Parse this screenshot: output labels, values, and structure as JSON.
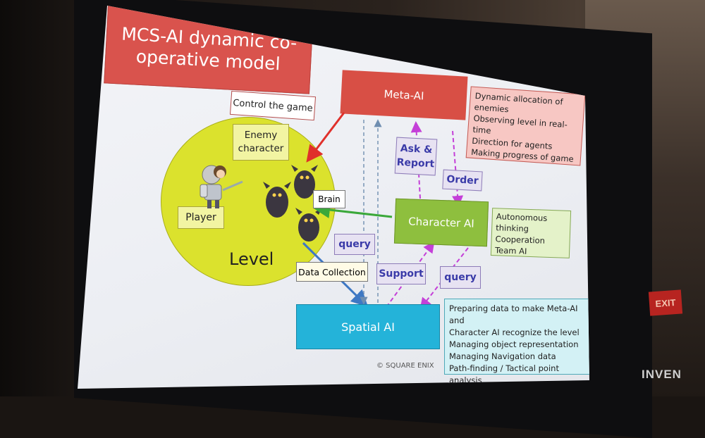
{
  "slide": {
    "title": "MCS-AI dynamic co-operative model",
    "control_label": "Control the game",
    "meta_ai": "Meta-AI",
    "meta_notes": [
      "Dynamic allocation of enemies",
      "Observing level in real-time",
      "Direction for agents",
      "Making progress of game"
    ],
    "enemy_label": "Enemy character",
    "player_label": "Player",
    "level_label": "Level",
    "brain_label": "Brain",
    "data_collection_label": "Data Collection",
    "ask_report_label": "Ask & Report",
    "order_label": "Order",
    "query_label_1": "query",
    "support_label": "Support",
    "query_label_2": "query",
    "character_ai": "Character AI",
    "character_notes": [
      "Autonomous thinking",
      "Cooperation",
      "Team AI"
    ],
    "spatial_ai": "Spatial AI",
    "spatial_notes": [
      "Preparing data to make Meta-AI and",
      "Character AI recognize the level",
      "Managing object representation",
      "Managing Navigation data",
      "Path-finding / Tactical point analysis"
    ],
    "copyright": "© SQUARE ENIX"
  },
  "room": {
    "exit_sign": "EXIT",
    "watermark": "INVEN"
  },
  "colors": {
    "meta_ai": "#d84f45",
    "character_ai": "#8ebf3e",
    "spatial_ai": "#24b3d9",
    "level": "#dbe22d",
    "purple_labels": "#3a3aa8"
  }
}
